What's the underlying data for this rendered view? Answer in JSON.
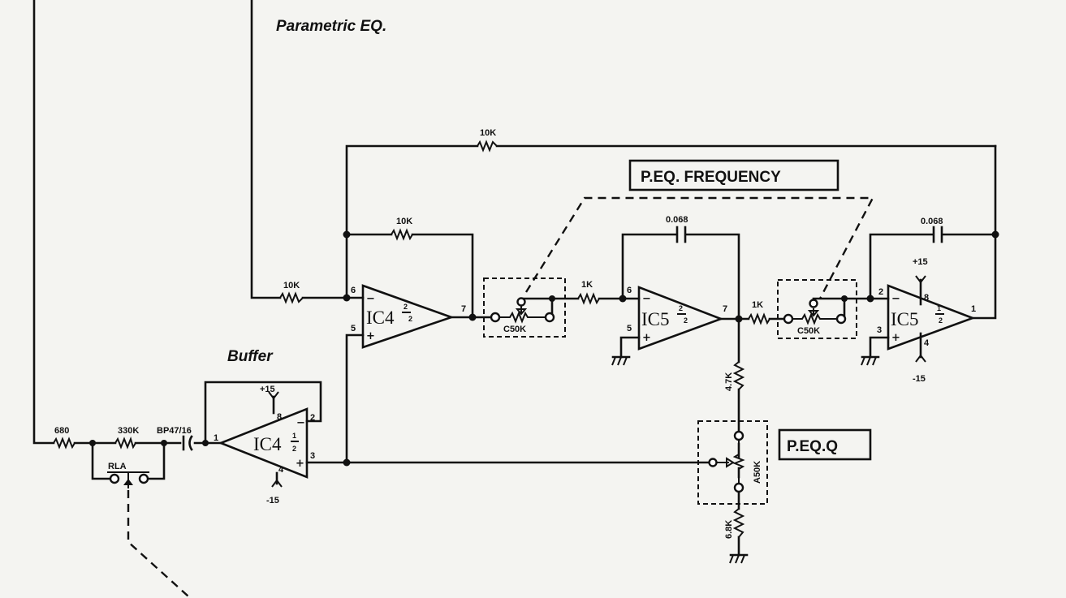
{
  "titles": {
    "parametric_eq": "Parametric EQ.",
    "buffer": "Buffer"
  },
  "callouts": {
    "peq_frequency": "P.EQ. FREQUENCY",
    "peq_q": "P.EQ.Q"
  },
  "resistors": {
    "r680": "680",
    "r330k": "330K",
    "r10k_in": "10K",
    "r10k_fb": "10K",
    "r10k_top": "10K",
    "r1k_a": "1K",
    "r1k_b": "1K",
    "r4k7": "4.7K",
    "r6k8": "6.8K"
  },
  "capacitors": {
    "bp": "BP47/16",
    "c1": "0.068",
    "c2": "0.068"
  },
  "pots": {
    "c50k_a": "C50K",
    "c50k_b": "C50K",
    "a50k": "A50K"
  },
  "relay": "RLA",
  "opamps": {
    "buffer": {
      "name": "IC4",
      "half": [
        "1",
        "2"
      ],
      "pins": {
        "in_plus": "1",
        "in_minus": "2",
        "out": "3",
        "vplus": "8",
        "vminus": "4"
      },
      "supply_plus": "+15",
      "supply_minus": "-15"
    },
    "stage1": {
      "name": "IC4",
      "half": [
        "2",
        "2"
      ],
      "pins": {
        "in_minus": "6",
        "in_plus": "5",
        "out": "7"
      }
    },
    "stage2": {
      "name": "IC5",
      "half": [
        "2",
        "2"
      ],
      "pins": {
        "in_minus": "6",
        "in_plus": "5",
        "out": "7"
      }
    },
    "stage3": {
      "name": "IC5",
      "half": [
        "1",
        "2"
      ],
      "pins": {
        "in_minus": "2",
        "in_plus": "3",
        "out": "1",
        "vplus": "8",
        "vminus": "4"
      },
      "supply_plus": "+15",
      "supply_minus": "-15"
    }
  },
  "signs": {
    "minus": "−",
    "plus": "+"
  }
}
